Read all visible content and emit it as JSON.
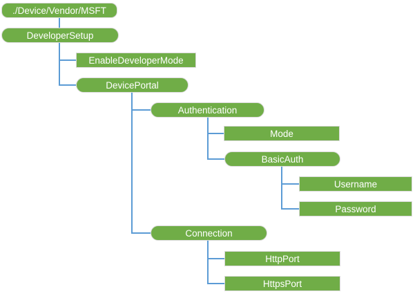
{
  "colors": {
    "node_fill": "#70AD47",
    "node_border": "#D9D9D9",
    "connector": "#5B9BD5",
    "text": "#FFFFFF",
    "background": "#FFFFFF"
  },
  "nodes": [
    {
      "label": "./Device/Vendor/MSFT",
      "shape": "rounded",
      "parent": null
    },
    {
      "label": "DeveloperSetup",
      "shape": "rounded",
      "parent": "./Device/Vendor/MSFT"
    },
    {
      "label": "EnableDeveloperMode",
      "shape": "rect",
      "parent": "DeveloperSetup"
    },
    {
      "label": "DevicePortal",
      "shape": "rounded",
      "parent": "DeveloperSetup"
    },
    {
      "label": "Authentication",
      "shape": "rounded",
      "parent": "DevicePortal"
    },
    {
      "label": "Mode",
      "shape": "rect",
      "parent": "Authentication"
    },
    {
      "label": "BasicAuth",
      "shape": "rounded",
      "parent": "Authentication"
    },
    {
      "label": "Username",
      "shape": "rect",
      "parent": "BasicAuth"
    },
    {
      "label": "Password",
      "shape": "rect",
      "parent": "BasicAuth"
    },
    {
      "label": "Connection",
      "shape": "rounded",
      "parent": "DevicePortal"
    },
    {
      "label": "HttpPort",
      "shape": "rect",
      "parent": "Connection"
    },
    {
      "label": "HttpsPort",
      "shape": "rect",
      "parent": "Connection"
    }
  ]
}
